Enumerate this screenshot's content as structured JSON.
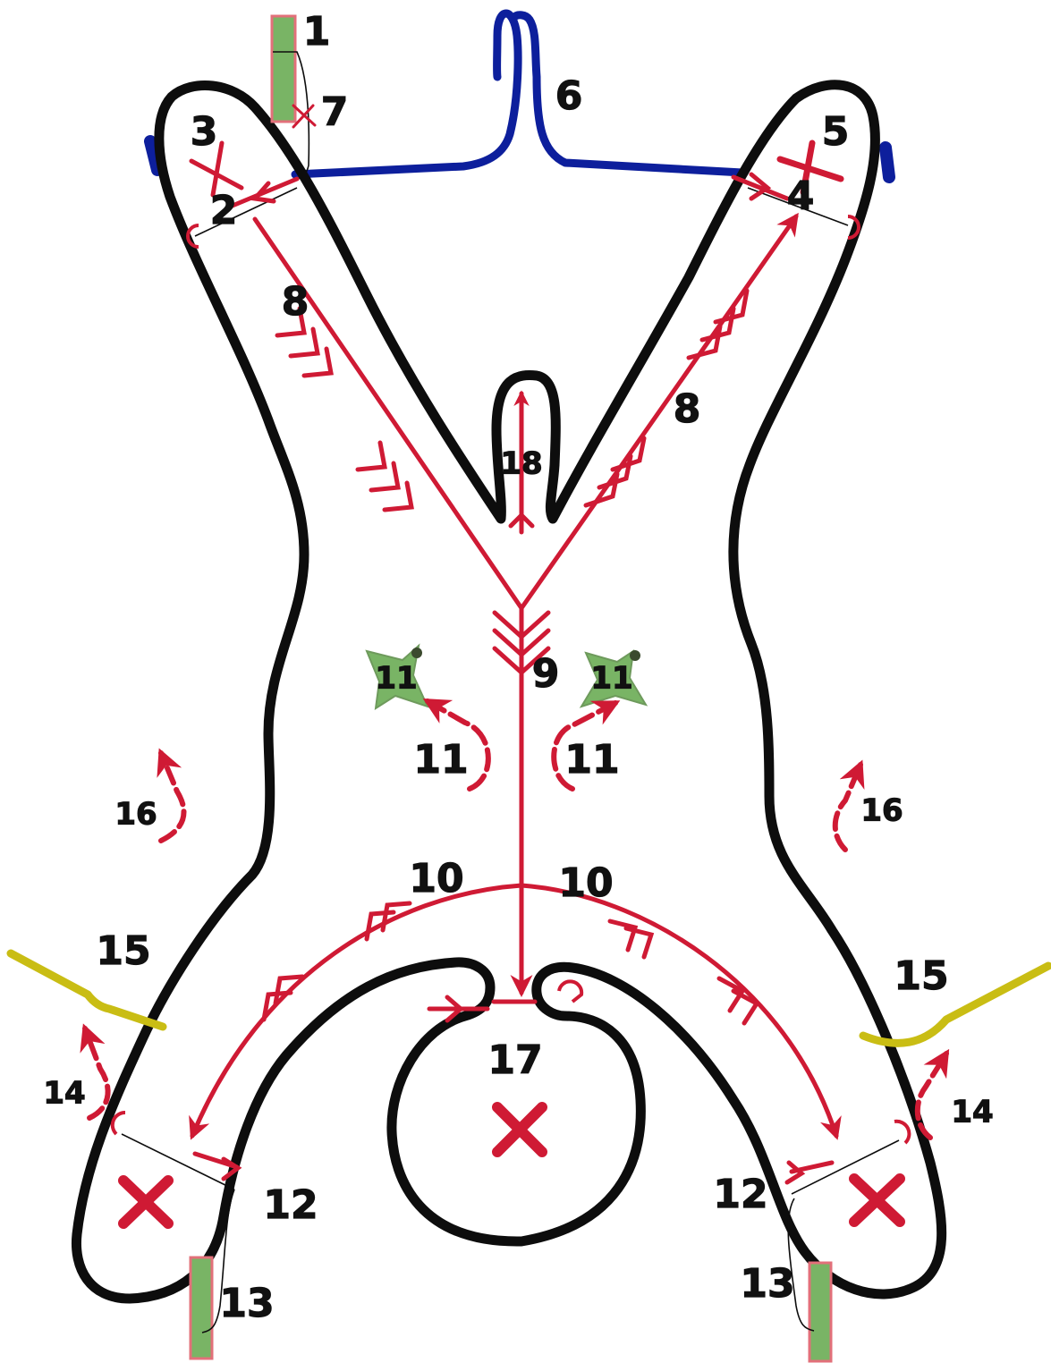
{
  "colors": {
    "outline": "#0d0d0d",
    "arrow": "#cf1a34",
    "blue": "#0d1f9c",
    "yellow": "#c9bd14",
    "green": "#79b465",
    "green_border": "#e2707a",
    "background": "#ffffff"
  },
  "labels": {
    "n1": "1",
    "n2": "2",
    "n3": "3",
    "n4": "4",
    "n5": "5",
    "n6": "6",
    "n7": "7",
    "n8_left": "8",
    "n8_right": "8",
    "n9": "9",
    "n10_left": "10",
    "n10_right": "10",
    "n11_star_left": "11",
    "n11_star_right": "11",
    "n11_arrow_left": "11",
    "n11_arrow_right": "11",
    "n12_left": "12",
    "n12_right": "12",
    "n13_left": "13",
    "n13_right": "13",
    "n14_left": "14",
    "n14_right": "14",
    "n15_left": "15",
    "n15_right": "15",
    "n16_left": "16",
    "n16_right": "16",
    "n17": "17",
    "n18": "18"
  }
}
